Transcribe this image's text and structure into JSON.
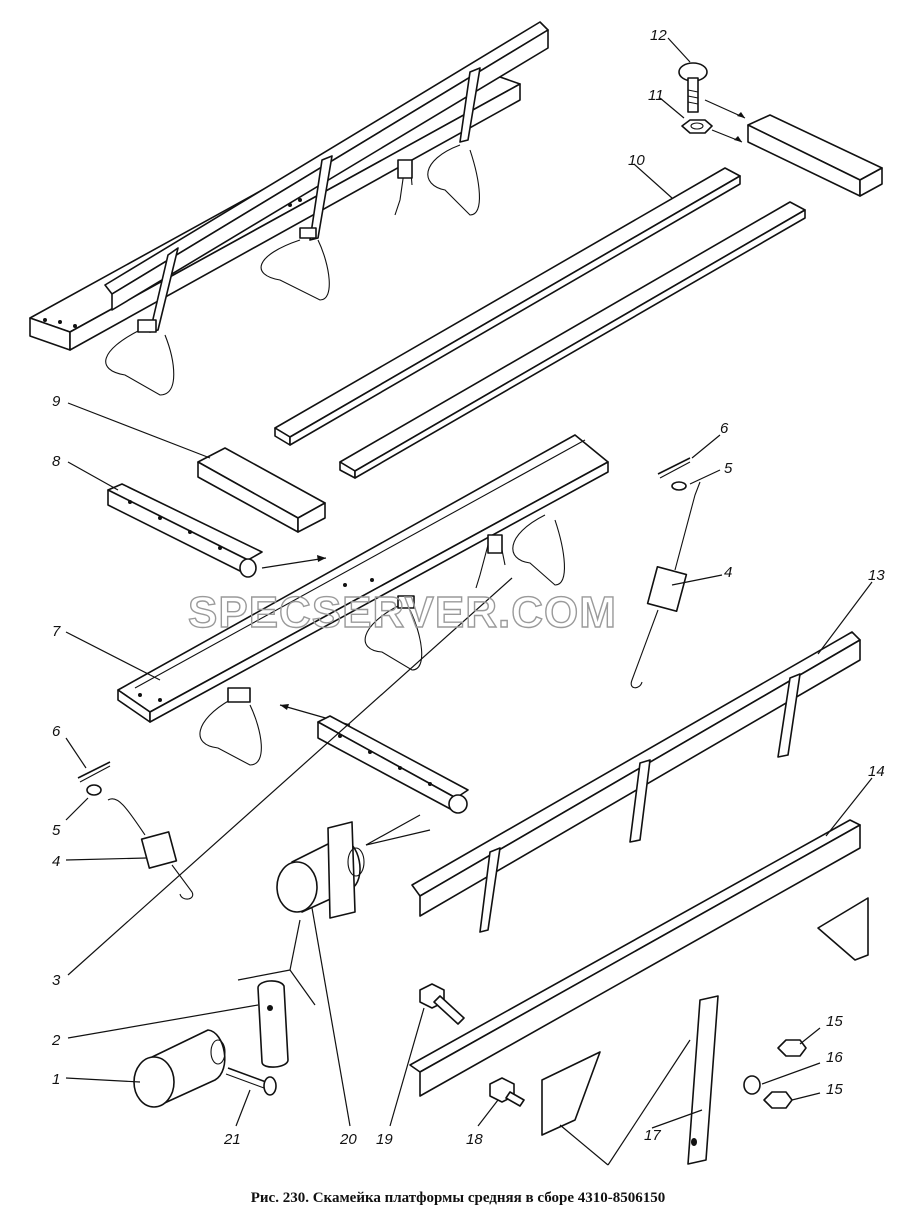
{
  "caption": "Рис. 230. Скамейка платформы средняя в сборе 4310-8506150",
  "watermark": "SPECSERVER.COM",
  "callouts": {
    "c1": "1",
    "c2": "2",
    "c3": "3",
    "c4a": "4",
    "c4b": "4",
    "c5a": "5",
    "c5b": "5",
    "c6a": "6",
    "c6b": "6",
    "c7": "7",
    "c8": "8",
    "c9": "9",
    "c10": "10",
    "c11": "11",
    "c12": "12",
    "c13": "13",
    "c14": "14",
    "c15a": "15",
    "c15b": "15",
    "c16": "16",
    "c17": "17",
    "c18": "18",
    "c19": "19",
    "c20": "20",
    "c21": "21"
  }
}
